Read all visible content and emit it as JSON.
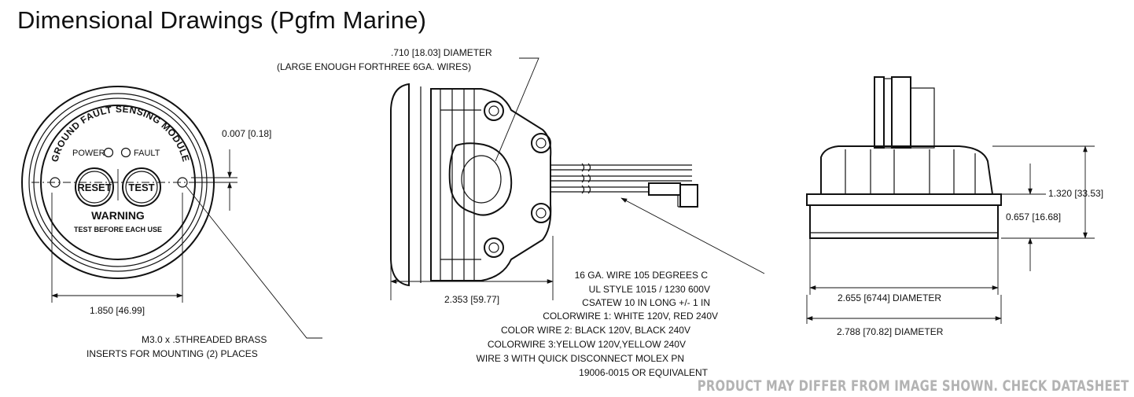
{
  "title": "Dimensional Drawings (Pgfm Marine)",
  "disclaimer": "PRODUCT MAY DIFFER FROM IMAGE SHOWN. CHECK DATASHEET",
  "front_view": {
    "arc_text": "GROUND FAULT SENSING MODULE",
    "power_label": "POWER",
    "fault_label": "FAULT",
    "reset_label": "RESET",
    "test_label": "TEST",
    "warning_label": "WARNING",
    "warning_sub": "TEST BEFORE EACH USE",
    "dim_thickness": "0.007 [0.18]",
    "dim_width": "1.850 [46.99]",
    "insert_note_1": "M3.0 x .5THREADED BRASS",
    "insert_note_2": "INSERTS FOR MOUNTING (2) PLACES"
  },
  "side_view": {
    "hole_note_1": ".710 [18.03] DIAMETER",
    "hole_note_2": "(LARGE ENOUGH FORTHREE 6GA. WIRES)",
    "dim_depth": "2.353 [59.77]",
    "wire_notes": [
      "16 GA. WIRE 105 DEGREES C",
      "UL STYLE 1015 / 1230 600V",
      "CSATEW 10 IN LONG +/- 1 IN",
      "COLORWIRE 1: WHITE 120V, RED 240V",
      "COLOR WIRE 2: BLACK 120V, BLACK 240V",
      "COLORWIRE 3:YELLOW 120V,YELLOW 240V",
      "WIRE 3 WITH QUICK DISCONNECT MOLEX PN",
      "19006-0015 OR EQUIVALENT"
    ]
  },
  "profile_view": {
    "dim_height": "1.320 [33.53]",
    "dim_body": "0.657 [16.68]",
    "dim_inner_dia": "2.655 [6744] DIAMETER",
    "dim_outer_dia": "2.788 [70.82] DIAMETER"
  }
}
